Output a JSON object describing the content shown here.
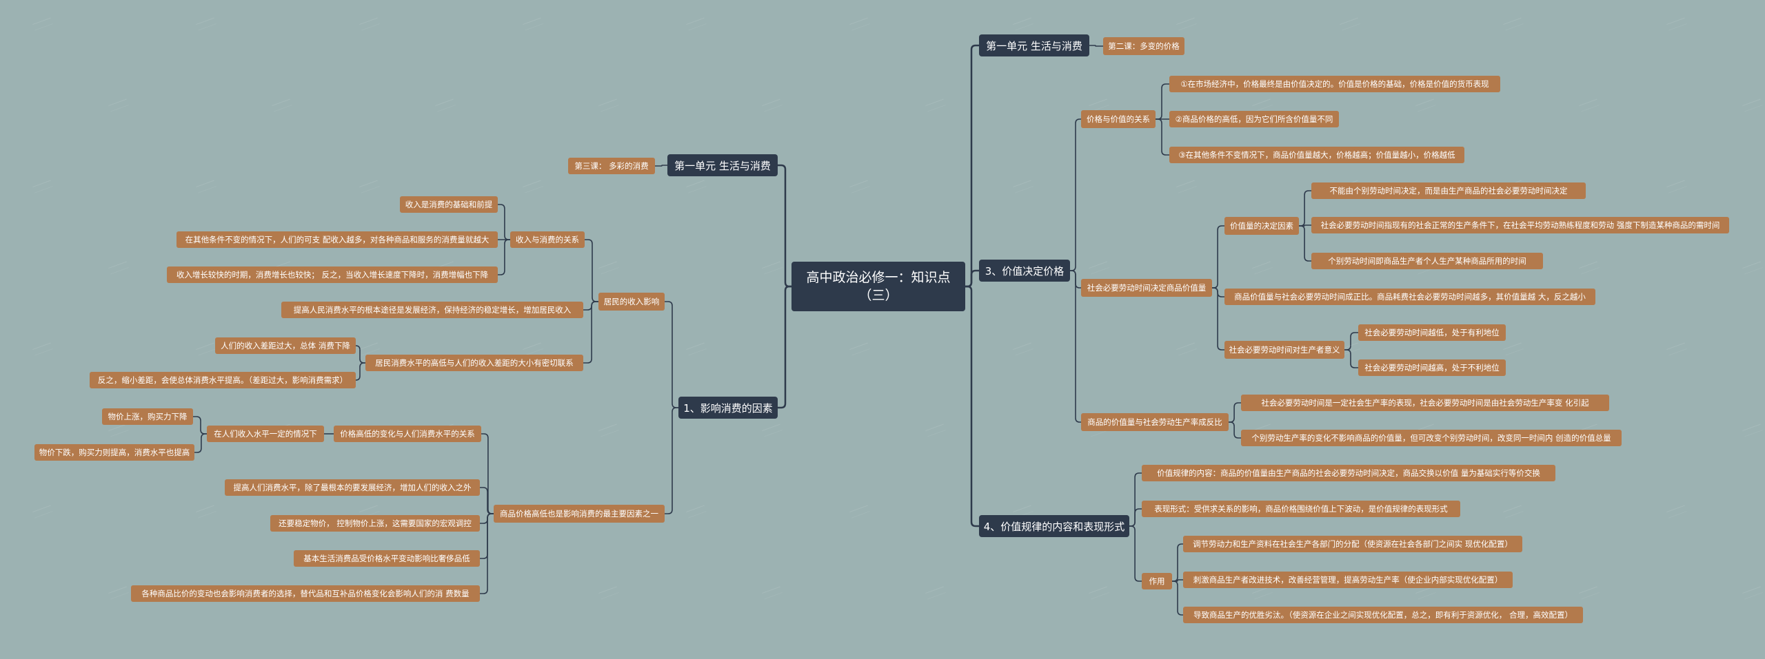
{
  "title": "高中政治必修一：知识点（三）",
  "nodes": [
    {
      "id": "root",
      "text": "高中政治必修一：知识点（三）"
    },
    {
      "id": "r1",
      "text": "第一单元  生活与消费",
      "parent": "root",
      "level": 1
    },
    {
      "id": "r1a",
      "text": "第二课：多变的价格",
      "parent": "r1",
      "level": 2
    },
    {
      "id": "r3",
      "text": "3、价值决定价格",
      "parent": "root",
      "level": 1
    },
    {
      "id": "r3a",
      "text": "价格与价值的关系",
      "parent": "r3",
      "level": 2
    },
    {
      "id": "r3a1",
      "text": "①在市场经济中，价格最终是由价值决定的。价值是价格的基础，价格是价值的货币表现",
      "parent": "r3a",
      "level": 2
    },
    {
      "id": "r3a2",
      "text": "②商品价格的高低，因为它们所含价值量不同",
      "parent": "r3a",
      "level": 2
    },
    {
      "id": "r3a3",
      "text": "③在其他条件不变情况下，商品价值量越大，价格越高；价值量越小，价格越低",
      "parent": "r3a",
      "level": 2
    },
    {
      "id": "r3b",
      "text": "社会必要劳动时间决定商品价值量",
      "parent": "r3",
      "level": 2
    },
    {
      "id": "r3b1",
      "text": "价值量的决定因素",
      "parent": "r3b",
      "level": 2
    },
    {
      "id": "r3b1a",
      "text": "不能由个别劳动时间决定，而是由生产商品的社会必要劳动时间决定",
      "parent": "r3b1",
      "level": 2
    },
    {
      "id": "r3b1b",
      "text": "社会必要劳动时间指现有的社会正常的生产条件下，在社会平均劳动熟练程度和劳动 强度下制造某种商品的需时间",
      "parent": "r3b1",
      "level": 2
    },
    {
      "id": "r3b1c",
      "text": "个别劳动时间即商品生产者个人生产某种商品所用的时间",
      "parent": "r3b1",
      "level": 2
    },
    {
      "id": "r3b2",
      "text": "商品价值量与社会必要劳动时间成正比。商品耗费社会必要劳动时间越多，其价值量越 大，反之越小",
      "parent": "r3b",
      "level": 2
    },
    {
      "id": "r3b3",
      "text": "社会必要劳动时间对生产者意义",
      "parent": "r3b",
      "level": 2
    },
    {
      "id": "r3b3a",
      "text": "社会必要劳动时间越低，处于有利地位",
      "parent": "r3b3",
      "level": 2
    },
    {
      "id": "r3b3b",
      "text": "社会必要劳动时间越高，处于不利地位",
      "parent": "r3b3",
      "level": 2
    },
    {
      "id": "r3c",
      "text": "商品的价值量与社会劳动生产率成反比",
      "parent": "r3",
      "level": 2
    },
    {
      "id": "r3c1",
      "text": "社会必要劳动时间是一定社会生产率的表现，社会必要劳动时间是由社会劳动生产率变 化引起",
      "parent": "r3c",
      "level": 2
    },
    {
      "id": "r3c2",
      "text": "个别劳动生产率的变化不影响商品的价值量，但可改变个别劳动时间，改变同一时间内 创造的价值总量",
      "parent": "r3c",
      "level": 2
    },
    {
      "id": "r4",
      "text": "4、价值规律的内容和表现形式",
      "parent": "root",
      "level": 1
    },
    {
      "id": "r4a",
      "text": "价值规律的内容：商品的价值量由生产商品的社会必要劳动时间决定，商品交换以价值 量为基础实行等价交换",
      "parent": "r4",
      "level": 2
    },
    {
      "id": "r4b",
      "text": "表现形式：受供求关系的影响，商品价格围绕价值上下波动，是价值规律的表现形式",
      "parent": "r4",
      "level": 2
    },
    {
      "id": "r4c",
      "text": "作用",
      "parent": "r4",
      "level": 2
    },
    {
      "id": "r4c1",
      "text": "调节劳动力和生产资料在社会生产各部门的分配（使资源在社会各部门之间实 现优化配置）",
      "parent": "r4c",
      "level": 2
    },
    {
      "id": "r4c2",
      "text": "刺激商品生产者改进技术，改善经营管理，提高劳动生产率（使企业内部实现优化配置）",
      "parent": "r4c",
      "level": 2
    },
    {
      "id": "r4c3",
      "text": "导致商品生产的优胜劣汰。（使资源在企业之间实现优化配置，总之，即有利于资源优化， 合理，高效配置）",
      "parent": "r4c",
      "level": 2
    },
    {
      "id": "l1",
      "text": "第一单元  生活与消费",
      "parent": "root",
      "level": 1
    },
    {
      "id": "l1a",
      "text": "第三课：   多彩的消费",
      "parent": "l1",
      "level": 2
    },
    {
      "id": "l2",
      "text": "1、影响消费的因素",
      "parent": "root",
      "level": 1
    },
    {
      "id": "l2a",
      "text": "居民的收入影响",
      "parent": "l2",
      "level": 2
    },
    {
      "id": "l2a1",
      "text": "收入与消费的关系",
      "parent": "l2a",
      "level": 2
    },
    {
      "id": "l2a1a",
      "text": "收入是消费的基础和前提",
      "parent": "l2a1",
      "level": 2
    },
    {
      "id": "l2a1b",
      "text": "在其他条件不变的情况下，人们的可支 配收入越多，对各种商品和服务的消费量就越大",
      "parent": "l2a1",
      "level": 2
    },
    {
      "id": "l2a1c",
      "text": "收入增长较快的时期，消费增长也较快；  反之，当收入增长速度下降时，消费增幅也下降",
      "parent": "l2a1",
      "level": 2
    },
    {
      "id": "l2a2",
      "text": "提高人民消费水平的根本途径是发展经济，保持经济的稳定增长，增加居民收入",
      "parent": "l2a",
      "level": 2
    },
    {
      "id": "l2a3",
      "text": "居民消费水平的高低与人们的收入差距的大小有密切联系",
      "parent": "l2a",
      "level": 2
    },
    {
      "id": "l2a3a",
      "text": "人们的收入差距过大，总体 消费下降",
      "parent": "l2a3",
      "level": 2
    },
    {
      "id": "l2a3b",
      "text": "反之，缩小差距，会使总体消费水平提高。（差距过大，影响消费需求）",
      "parent": "l2a3",
      "level": 2
    },
    {
      "id": "l2b",
      "text": "商品价格高低也是影响消费的最主要因素之一",
      "parent": "l2",
      "level": 2
    },
    {
      "id": "l2b1",
      "text": "价格高低的变化与人们消费水平的关系",
      "parent": "l2b",
      "level": 2
    },
    {
      "id": "l2b1a",
      "text": "在人们收入水平一定的情况下",
      "parent": "l2b1",
      "level": 2
    },
    {
      "id": "l2b1a1",
      "text": "物价上涨，购买力下降",
      "parent": "l2b1a",
      "level": 2
    },
    {
      "id": "l2b1a2",
      "text": "物价下跌，购买力则提高，消费水平也提高",
      "parent": "l2b1a",
      "level": 2
    },
    {
      "id": "l2b2",
      "text": "提高人们消费水平，除了最根本的要发展经济，增加人们的收入之外",
      "parent": "l2b",
      "level": 2
    },
    {
      "id": "l2b3",
      "text": "还要稳定物价，  控制物价上涨，这需要国家的宏观调控",
      "parent": "l2b",
      "level": 2
    },
    {
      "id": "l2b4",
      "text": "基本生活消费品受价格水平变动影响比奢侈品低",
      "parent": "l2b",
      "level": 2
    },
    {
      "id": "l2b5",
      "text": "各种商品比价的变动也会影响消费者的选择，替代品和互补品价格变化会影响人们的消 费数量",
      "parent": "l2b",
      "level": 2
    }
  ]
}
